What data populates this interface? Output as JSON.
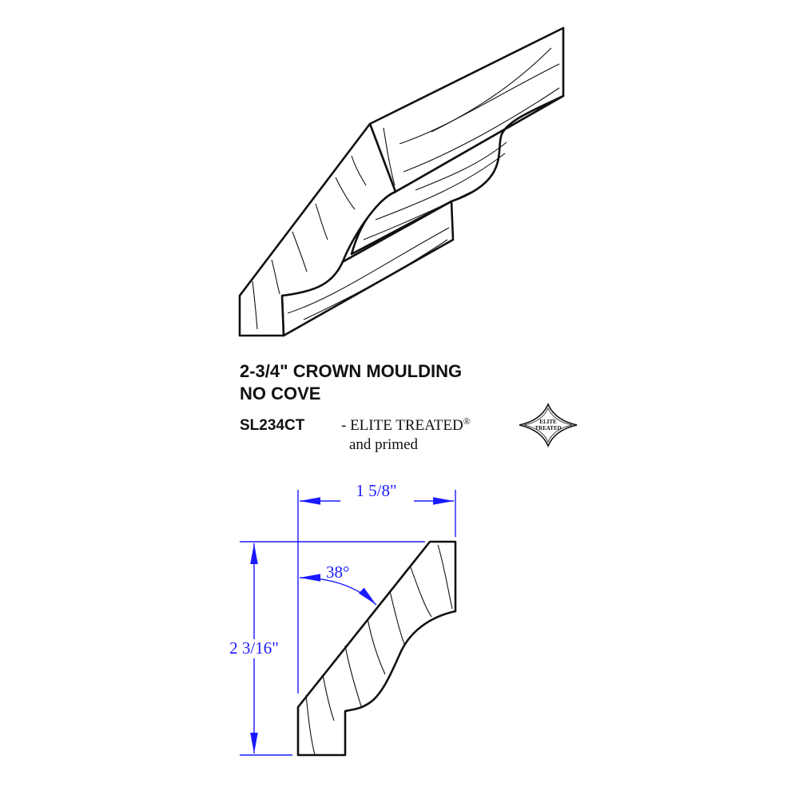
{
  "product": {
    "title_line1": "2-3/4\" CROWN MOULDING",
    "title_line2": "NO COVE",
    "code": "SL234CT",
    "treatment": "- ELITE TREATED",
    "registered_mark": "®",
    "finish": "and primed"
  },
  "logo": {
    "icon": "elite-treated-diamond-icon",
    "line1": "ELITE",
    "line2": "TREATED"
  },
  "dimensions": {
    "width_label": "1 5/8\"",
    "height_label": "2 3/16\"",
    "angle_label": "38°",
    "color": "#1a1aff"
  }
}
